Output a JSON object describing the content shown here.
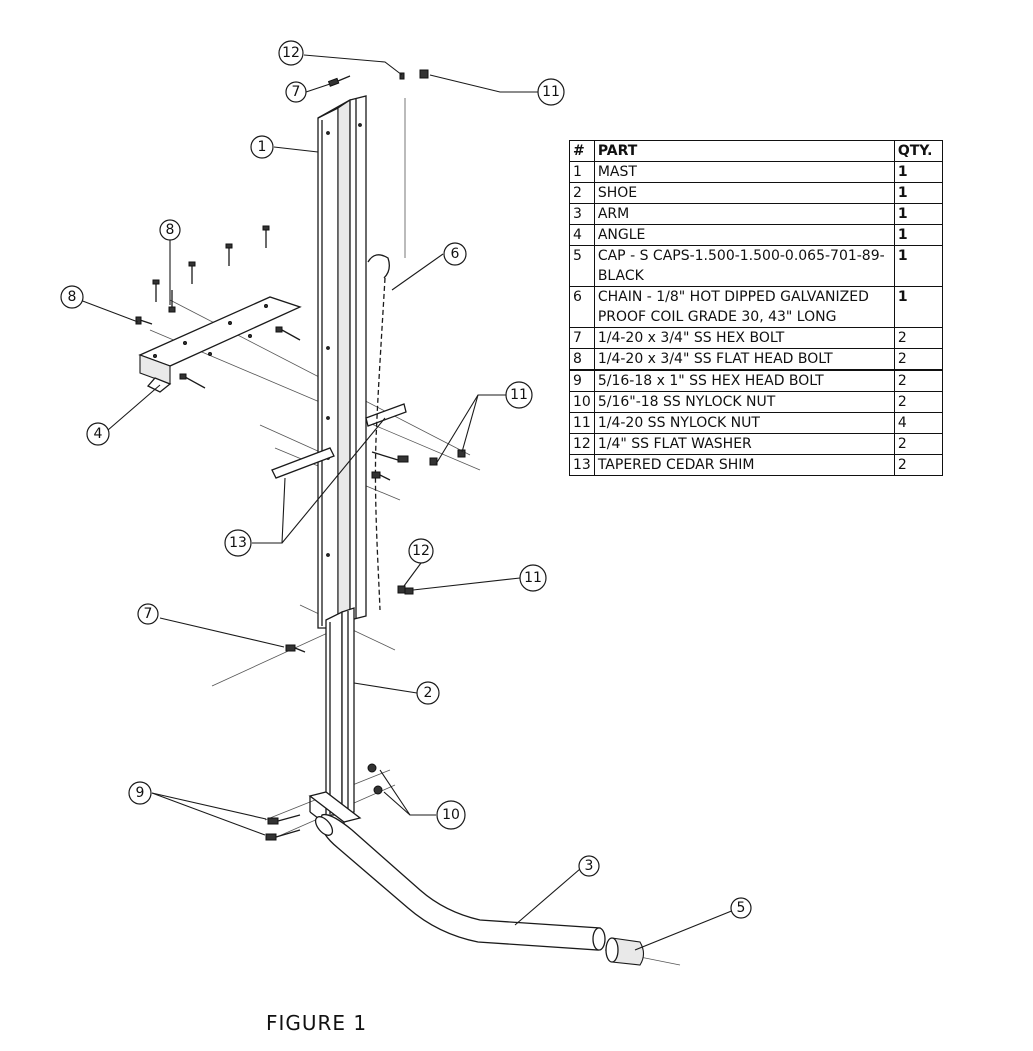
{
  "figure": {
    "label": "FIGURE 1"
  },
  "balloons": [
    {
      "id": "b12a",
      "text": "12"
    },
    {
      "id": "b7a",
      "text": "7"
    },
    {
      "id": "b11a",
      "text": "11"
    },
    {
      "id": "b1",
      "text": "1"
    },
    {
      "id": "b8a",
      "text": "8"
    },
    {
      "id": "b8b",
      "text": "8"
    },
    {
      "id": "b6",
      "text": "6"
    },
    {
      "id": "b4",
      "text": "4"
    },
    {
      "id": "b11b",
      "text": "11"
    },
    {
      "id": "b13",
      "text": "13"
    },
    {
      "id": "b12b",
      "text": "12"
    },
    {
      "id": "b11c",
      "text": "11"
    },
    {
      "id": "b7b",
      "text": "7"
    },
    {
      "id": "b2",
      "text": "2"
    },
    {
      "id": "b9",
      "text": "9"
    },
    {
      "id": "b10",
      "text": "10"
    },
    {
      "id": "b3",
      "text": "3"
    },
    {
      "id": "b5",
      "text": "5"
    }
  ],
  "bom": {
    "headers": [
      "#",
      "PART",
      "QTY."
    ],
    "rows": [
      {
        "num": "1",
        "part": "MAST",
        "qty": "1"
      },
      {
        "num": "2",
        "part": "SHOE",
        "qty": "1"
      },
      {
        "num": "3",
        "part": "ARM",
        "qty": "1"
      },
      {
        "num": "4",
        "part": "ANGLE",
        "qty": "1"
      },
      {
        "num": "5",
        "part": "CAP - S CAPS-1.500-1.500-0.065-701-89-BLACK",
        "qty": "1"
      },
      {
        "num": "6",
        "part": "CHAIN - 1/8\" HOT DIPPED GALVANIZED PROOF COIL GRADE 30, 43\" LONG",
        "qty": "1"
      },
      {
        "num": "7",
        "part": "1/4-20 x 3/4\" SS HEX BOLT",
        "qty": "2"
      },
      {
        "num": "8",
        "part": "1/4-20 x 3/4\" SS FLAT HEAD BOLT",
        "qty": "2"
      },
      {
        "num": "9",
        "part": "5/16-18 x 1\" SS HEX HEAD BOLT",
        "qty": "2"
      },
      {
        "num": "10",
        "part": "5/16\"-18 SS NYLOCK NUT",
        "qty": "2"
      },
      {
        "num": "11",
        "part": "1/4-20 SS NYLOCK NUT",
        "qty": "4"
      },
      {
        "num": "12",
        "part": "1/4\" SS FLAT WASHER",
        "qty": "2"
      },
      {
        "num": "13",
        "part": "TAPERED CEDAR SHIM",
        "qty": "2"
      }
    ]
  }
}
